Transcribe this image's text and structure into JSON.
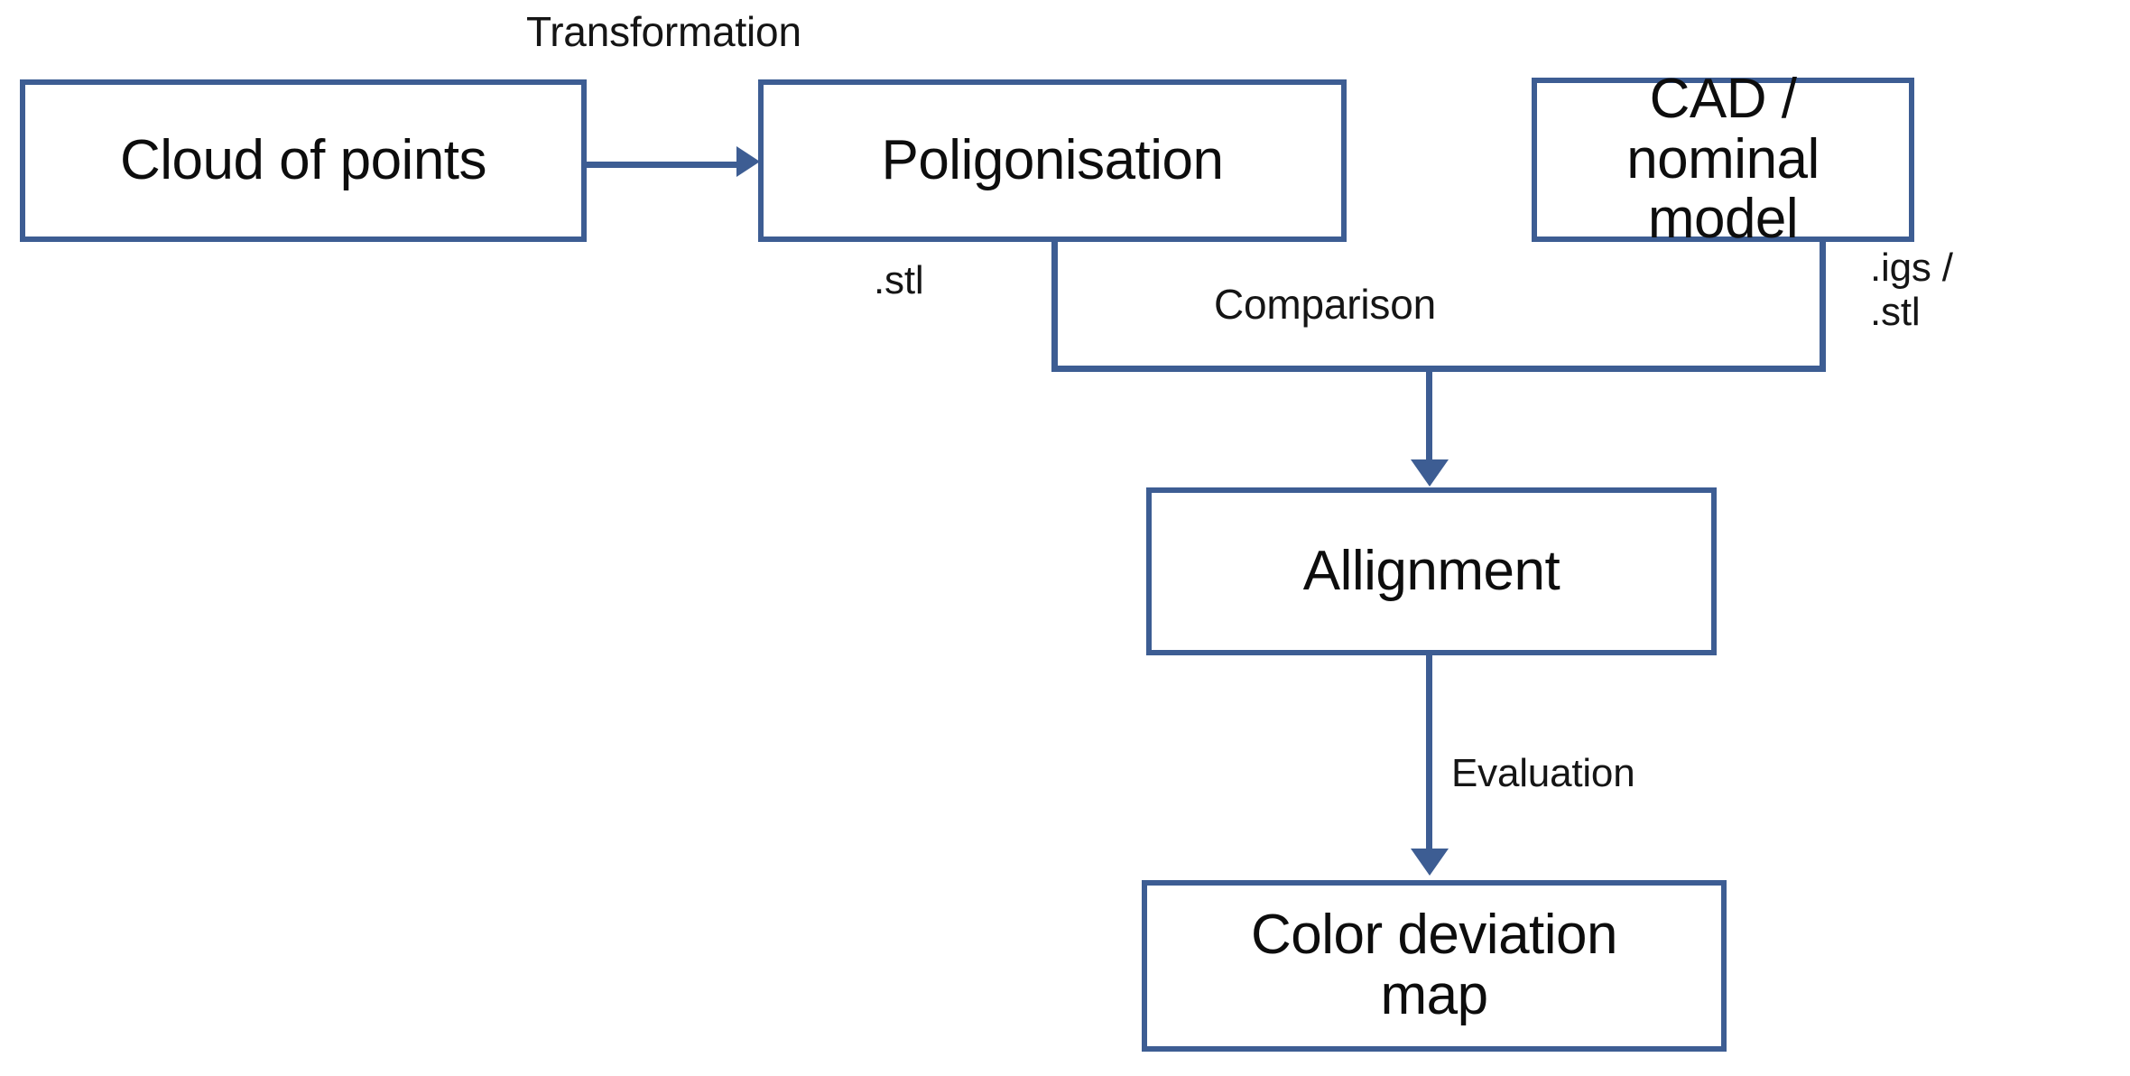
{
  "diagram": {
    "title": "Inspection workflow: from cloud of points to color deviation map",
    "accent_color": "#3d5d93",
    "background_color": "#ffffff",
    "text_color": "#0d0d0d",
    "nodes": [
      {
        "id": "cloud",
        "label": "Cloud of points"
      },
      {
        "id": "polygon",
        "label": "Poligonisation"
      },
      {
        "id": "cad",
        "label": "CAD / nominal\nmodel"
      },
      {
        "id": "alignment",
        "label": "Allignment"
      },
      {
        "id": "colormap",
        "label": "Color deviation\nmap"
      }
    ],
    "edge_labels": [
      {
        "id": "transformation",
        "label": "Transformation"
      },
      {
        "id": "stl_polygon",
        "label": ".stl"
      },
      {
        "id": "comparison",
        "label": "Comparison"
      },
      {
        "id": "igs_stl",
        "label": ".igs /\n.stl"
      },
      {
        "id": "evaluation",
        "label": "Evaluation"
      }
    ],
    "edges": [
      {
        "from": "cloud",
        "to": "polygon",
        "label": "Transformation",
        "style": "arrow-right"
      },
      {
        "from": "polygon",
        "to": "alignment",
        "label": "Comparison",
        "style": "elbow-down"
      },
      {
        "from": "cad",
        "to": "alignment",
        "label": "Comparison",
        "style": "elbow-down"
      },
      {
        "from": "alignment",
        "to": "colormap",
        "label": "Evaluation",
        "style": "arrow-down"
      }
    ]
  }
}
